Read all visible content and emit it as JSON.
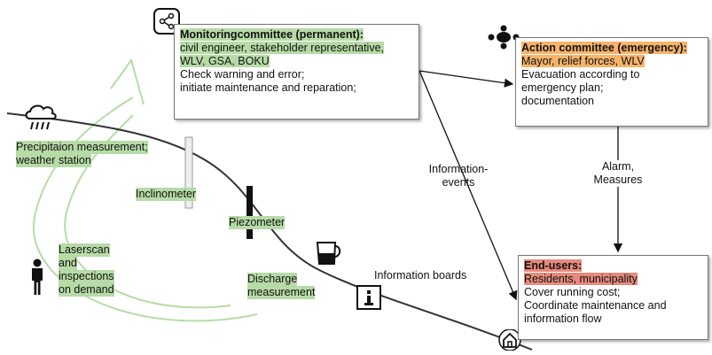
{
  "monitoring": {
    "title": "Monitoringcommittee (permanent):",
    "members_1": "civil engineer, stakeholder representative,",
    "members_2": "WLV, GSA, BOKU",
    "task_1": "Check warning and error;",
    "task_2": "initiate maintenance and reparation;"
  },
  "action": {
    "title": "Action committee (emergency):",
    "members": "Mayor, relief forces, WLV",
    "task_1": "Evacuation according to",
    "task_2": "emergency plan;",
    "task_3": "documentation"
  },
  "endusers": {
    "title": "End-users:",
    "members": "Residents, municipality",
    "task_1": "Cover running cost;",
    "task_2": "Coordinate maintenance and",
    "task_3": "information flow"
  },
  "labels": {
    "precip_1": "Precipitaion measurement;",
    "precip_2": "weather station",
    "inclinometer": "Inclinometer",
    "piezometer": "Piezometer",
    "laserscan_1": "Laserscan",
    "laserscan_2": "and",
    "laserscan_3": "inspections",
    "laserscan_4": "on demand",
    "discharge_1": "Discharge",
    "discharge_2": "measurement",
    "info_boards": "Information boards",
    "info_events_1": "Information-",
    "info_events_2": "events",
    "alarm_1": "Alarm,",
    "alarm_2": "Measures"
  },
  "icons": {
    "share": "share-icon",
    "meeting": "meeting-icon",
    "rain": "rain-cloud-icon",
    "person": "person-icon",
    "beaker": "beaker-icon",
    "info": "info-board-icon",
    "house": "house-icon"
  },
  "colors": {
    "green_highlight": "#b7dba7",
    "orange_highlight": "#f7b46b",
    "red_highlight": "#e58a7c",
    "cycle_arrow": "#b6dca5"
  }
}
